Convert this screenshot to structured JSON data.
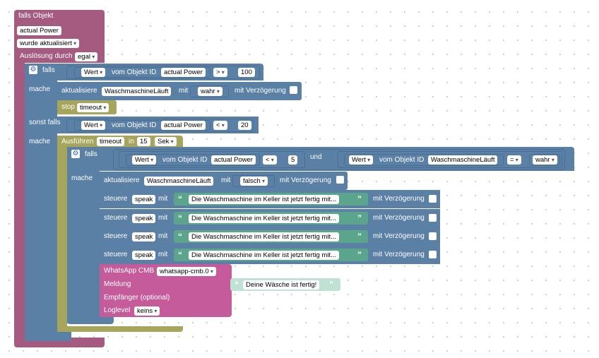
{
  "event": {
    "title": "falls Objekt",
    "object": "actual Power",
    "trigger": "wurde aktualisiert",
    "ausloesung_label": "Auslösung durch",
    "ausloesung_value": "egal"
  },
  "common": {
    "falls": "falls",
    "mache": "mache",
    "sonst_falls": "sonst falls",
    "wert": "Wert",
    "vom_objekt_id": "vom Objekt ID",
    "mit": "mit",
    "mit_verzoegerung": "mit Verzögerung",
    "aktualisiere": "aktualisiere",
    "steuere": "steuere",
    "und": "und"
  },
  "if1": {
    "object": "actual Power",
    "operator": ">",
    "value": "100",
    "update_target": "WaschmaschineLäuft",
    "update_value": "wahr",
    "stop_label": "stop",
    "stop_value": "timeout"
  },
  "elseif": {
    "object": "actual Power",
    "operator": "<",
    "value": "20",
    "exec_label": "Ausführen",
    "exec_name": "timeout",
    "exec_in": "in",
    "exec_amount": "15",
    "exec_unit": "Sek"
  },
  "inner_if": {
    "left_object": "actual Power",
    "left_operator": "<",
    "left_value": "5",
    "right_object": "WaschmaschineLäuft",
    "right_operator": "=",
    "right_value": "wahr",
    "update_target": "WaschmaschineLäuft",
    "update_value": "falsch"
  },
  "speak": {
    "target": "speak",
    "text": "Die Waschmaschine im Keller ist jetzt fertig mit..."
  },
  "whatsapp": {
    "title": "WhatsApp CMB",
    "instance": "whatsapp-cmb.0",
    "meldung_label": "Meldung",
    "meldung_text": "Deine Wäsche ist fertig!",
    "empfaenger_label": "Empfänger (optional)",
    "loglevel_label": "Loglevel",
    "loglevel_value": "keins"
  },
  "colors": {
    "event": "#a55b80",
    "logic": "#5b80a5",
    "timer": "#a5a55b",
    "text": "#5ba58c",
    "whatsapp": "#c55b9a"
  }
}
